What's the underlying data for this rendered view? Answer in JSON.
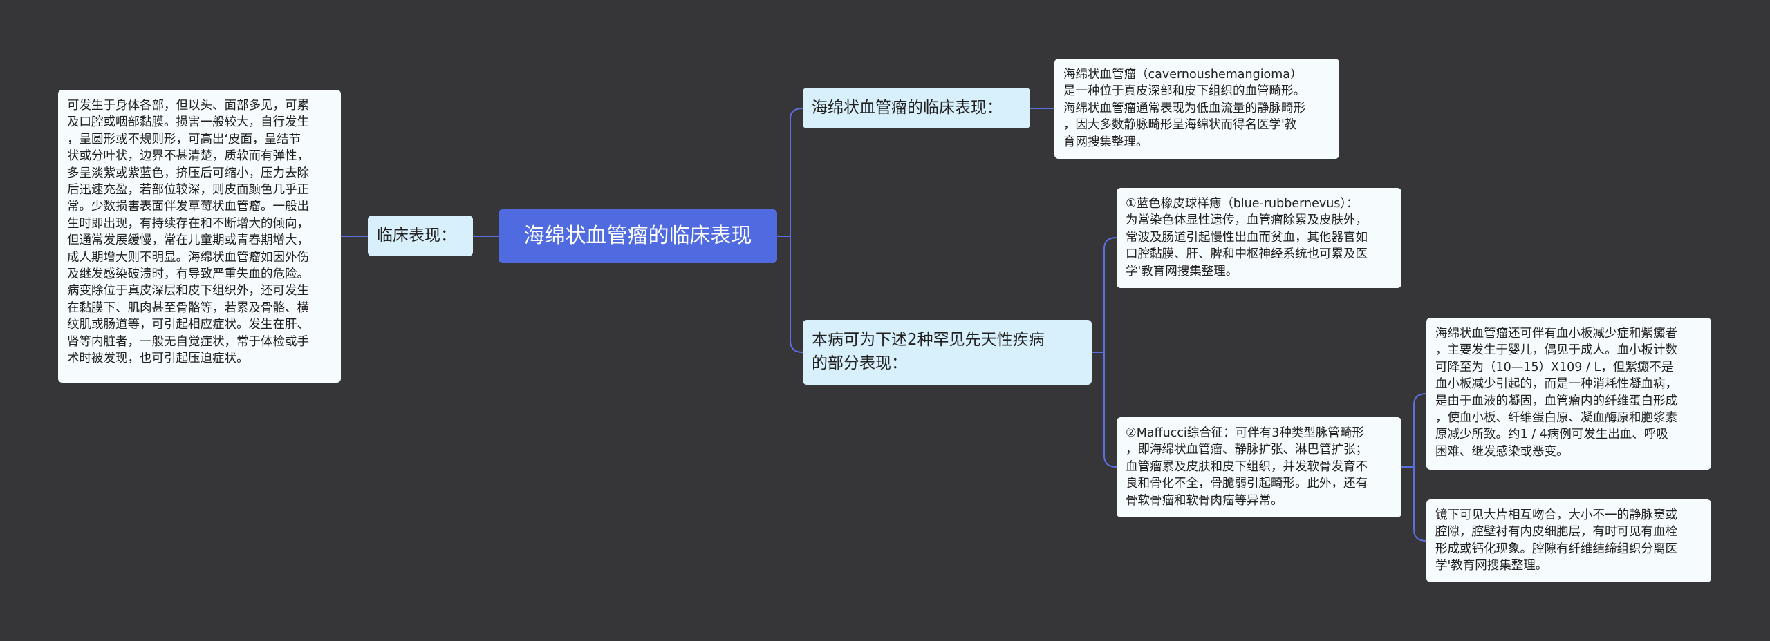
{
  "diagram": {
    "root": "海绵状血管瘤的临床表现",
    "left_branch": {
      "label": "临床表现：",
      "detail": "可发生于身体各部，但以头、面部多见，可累\n及口腔或咽部黏膜。损害一般较大，自行发生\n，呈圆形或不规则形，可高出‘皮面，呈结节\n状或分叶状，边界不甚清楚，质软而有弹性，\n多呈淡紫或紫蓝色，挤压后可缩小，压力去除\n后迅速充盈，若部位较深，则皮面颜色几乎正\n常。少数损害表面伴发草莓状血管瘤。一般出\n生时即出现，有持续存在和不断增大的倾向，\n但通常发展缓慢，常在儿童期或青春期增大，\n成人期增大则不明显。海绵状血管瘤如因外伤\n及继发感染破溃时，有导致严重失血的危险。\n病变除位于真皮深层和皮下组织外，还可发生\n在黏膜下、肌肉甚至骨骼等，若累及骨骼、横\n纹肌或肠道等，可引起相应症状。发生在肝、\n肾等内脏者，一般无自觉症状，常于体检或手\n术时被发现，也可引起压迫症状。"
    },
    "right_top": {
      "label": "海绵状血管瘤的临床表现：",
      "detail": "海绵状血管瘤（cavernoushemangioma）\n是一种位于真皮深部和皮下组织的血管畸形。\n海绵状血管瘤通常表现为低血流量的静脉畸形\n，因大多数静脉畸形呈海绵状而得名医学'教\n育网搜集整理。"
    },
    "right_bottom": {
      "label": "本病可为下述2种罕见先天性疾病\n的部分表现：",
      "child1": "①蓝色橡皮球样痣（blue-rubbernevus）：\n为常染色体显性遗传，血管瘤除累及皮肤外，\n常波及肠道引起慢性出血而贫血，其他器官如\n口腔黏膜、肝、脾和中枢神经系统也可累及医\n学'教育网搜集整理。",
      "child2": {
        "text": "②Maffucci综合征：可伴有3种类型脉管畸形\n，即海绵状血管瘤、静脉扩张、淋巴管扩张；\n血管瘤累及皮肤和皮下组织，并发软骨发育不\n良和骨化不全，骨脆弱引起畸形。此外，还有\n骨软骨瘤和软骨肉瘤等异常。",
        "sub1": "海绵状血管瘤还可伴有血小板减少症和紫癜者\n，主要发生于婴儿，偶见于成人。血小板计数\n可降至为（10—15）X109 / L，但紫癜不是\n血小板减少引起的，而是一种消耗性凝血病，\n是由于血液的凝固，血管瘤内的纤维蛋白形成\n，使血小板、纤维蛋白原、凝血酶原和胞浆素\n原减少所致。约1 / 4病例可发生出血、呼吸\n困难、继发感染或恶变。",
        "sub2": "镜下可见大片相互吻合，大小不一的静脉窦或\n腔隙，腔壁衬有内皮细胞层，有时可见有血栓\n形成或钙化现象。腔隙有纤维结缔组织分离医\n学'教育网搜集整理。"
      }
    }
  }
}
